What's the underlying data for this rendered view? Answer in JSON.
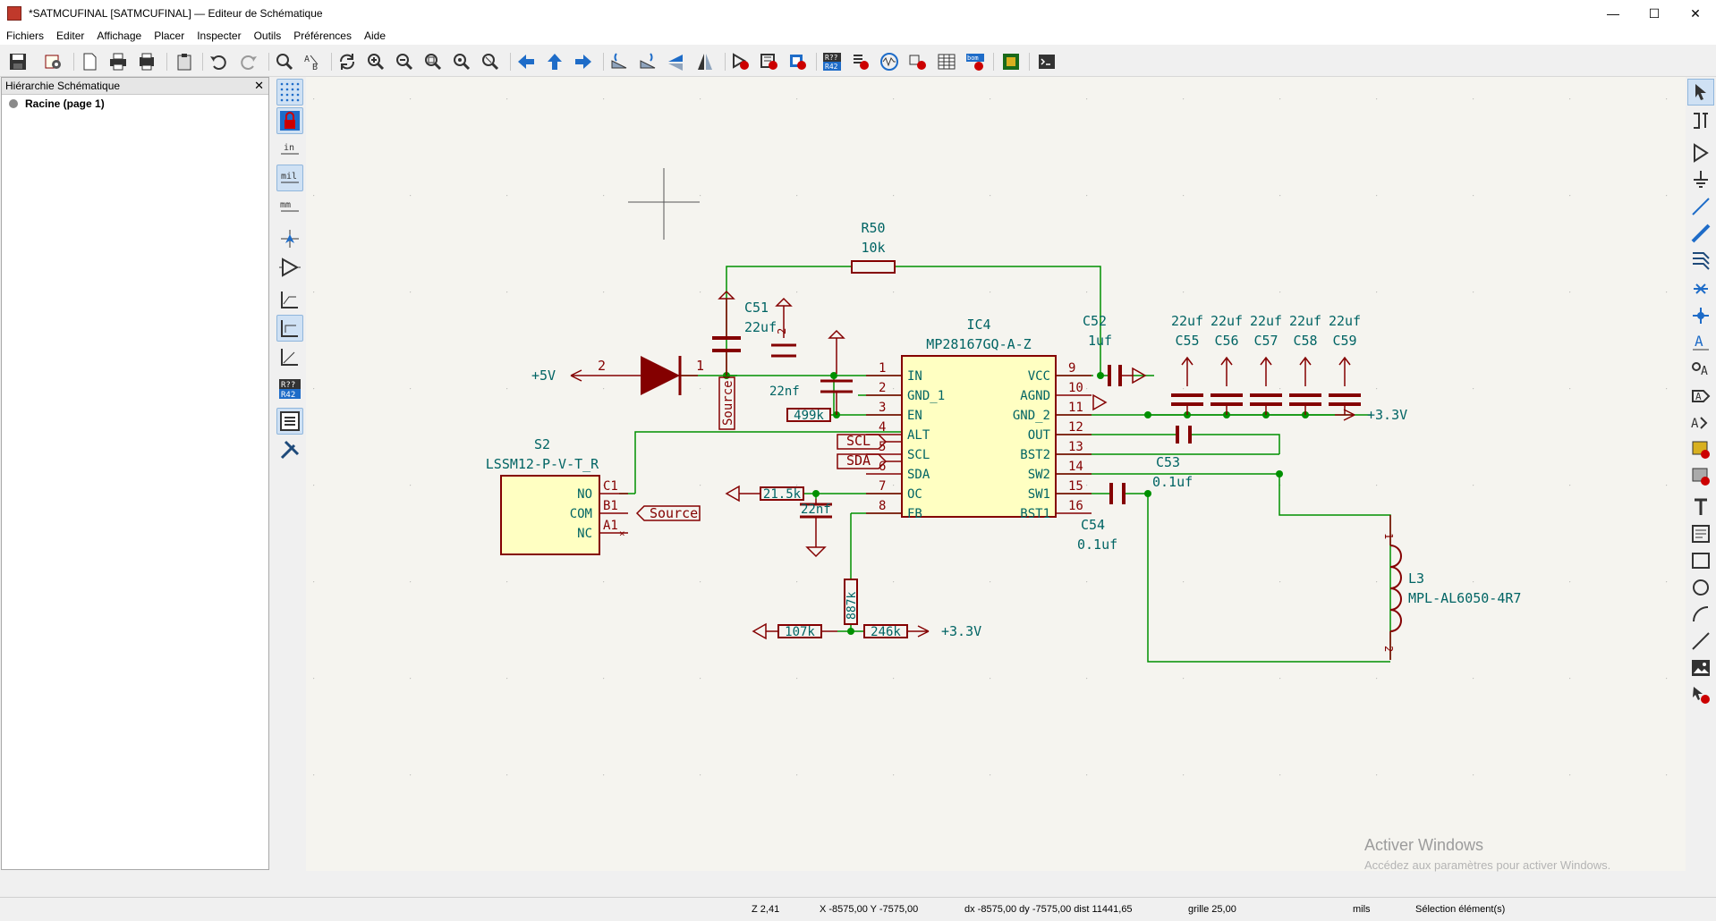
{
  "window": {
    "title": "*SATMCUFINAL [SATMCUFINAL] — Editeur de Schématique",
    "minimize": "—",
    "maximize": "☐",
    "close": "✕"
  },
  "menu": [
    "Fichiers",
    "Editer",
    "Affichage",
    "Placer",
    "Inspecter",
    "Outils",
    "Préférences",
    "Aide"
  ],
  "left_panel": {
    "title": "Hiérarchie Schématique",
    "close": "✕",
    "root_item": "Racine (page 1)"
  },
  "left_tools": {
    "units_in": "in",
    "units_mil": "mil",
    "units_mm": "mm",
    "annotate_top": "R??",
    "annotate_bottom": "R42"
  },
  "toolbar": {
    "annotate_top": "R??",
    "annotate_bottom": "R42",
    "bom_label": "bom"
  },
  "schematic": {
    "r50": {
      "ref": "R50",
      "value": "10k"
    },
    "c51": {
      "ref": "C51",
      "value": "22uf"
    },
    "c_22nf_top": {
      "value": "22nf",
      "pin": "2"
    },
    "c_22nf_bottom": {
      "value": "22nf"
    },
    "ic4": {
      "ref": "IC4",
      "value": "MP28167GQ-A-Z",
      "left_pins": [
        {
          "num": "1",
          "name": "IN"
        },
        {
          "num": "2",
          "name": "GND_1"
        },
        {
          "num": "3",
          "name": "EN"
        },
        {
          "num": "4",
          "name": "ALT"
        },
        {
          "num": "5",
          "name": "SCL"
        },
        {
          "num": "6",
          "name": "SDA"
        },
        {
          "num": "7",
          "name": "OC"
        },
        {
          "num": "8",
          "name": "FB"
        }
      ],
      "right_pins": [
        {
          "num": "9",
          "name": "VCC"
        },
        {
          "num": "10",
          "name": "AGND"
        },
        {
          "num": "11",
          "name": "GND_2"
        },
        {
          "num": "12",
          "name": "OUT"
        },
        {
          "num": "13",
          "name": "BST2"
        },
        {
          "num": "14",
          "name": "SW2"
        },
        {
          "num": "15",
          "name": "SW1"
        },
        {
          "num": "16",
          "name": "BST1"
        }
      ]
    },
    "c52": {
      "ref": "C52",
      "value": "1uf"
    },
    "caps_out": [
      {
        "ref": "C55",
        "value": "22uf"
      },
      {
        "ref": "C56",
        "value": "22uf"
      },
      {
        "ref": "C57",
        "value": "22uf"
      },
      {
        "ref": "C58",
        "value": "22uf"
      },
      {
        "ref": "C59",
        "value": "22uf"
      }
    ],
    "c53": {
      "ref": "C53",
      "value": "0.1uf"
    },
    "c54": {
      "ref": "C54",
      "value": "0.1uf"
    },
    "l3": {
      "ref": "L3",
      "value": "MPL-AL6050-4R7",
      "pin1": "1",
      "pin2": "2"
    },
    "s2": {
      "ref": "S2",
      "value": "LSSM12-P-V-T_R",
      "pins": [
        {
          "name": "NO",
          "num": "C1"
        },
        {
          "name": "COM",
          "num": "B1"
        },
        {
          "name": "NC",
          "num": "A1"
        }
      ]
    },
    "diode": {
      "pin_a": "2",
      "pin_k": "1"
    },
    "net_5v": "+5V",
    "net_33v_out": "+3.3V",
    "net_33v_fb": "+3.3V",
    "label_source": "Source",
    "label_source_vertical": "Source",
    "label_scl": "SCL",
    "label_sda": "SDA",
    "r_499k": "499k",
    "r_21k5": "21.5k",
    "r_887k": "887k",
    "r_107k": "107k",
    "r_246k": "246k",
    "nc_mark": "×"
  },
  "watermark": {
    "title": "Activer Windows",
    "subtitle": "Accédez aux paramètres pour activer Windows."
  },
  "status": {
    "zoom": "Z 2,41",
    "xy": "X -8575,00  Y -7575,00",
    "dxy": "dx -8575,00  dy -7575,00  dist 11441,65",
    "grid": "grille 25,00",
    "units": "mils",
    "mode": "Sélection élément(s)"
  },
  "colors": {
    "wire": "#009000",
    "symbol_outline": "#840000",
    "symbol_fill": "#ffffc2",
    "text_teal": "#006464",
    "pin_red": "#a00000",
    "canvas_bg": "#f5f4ef"
  }
}
